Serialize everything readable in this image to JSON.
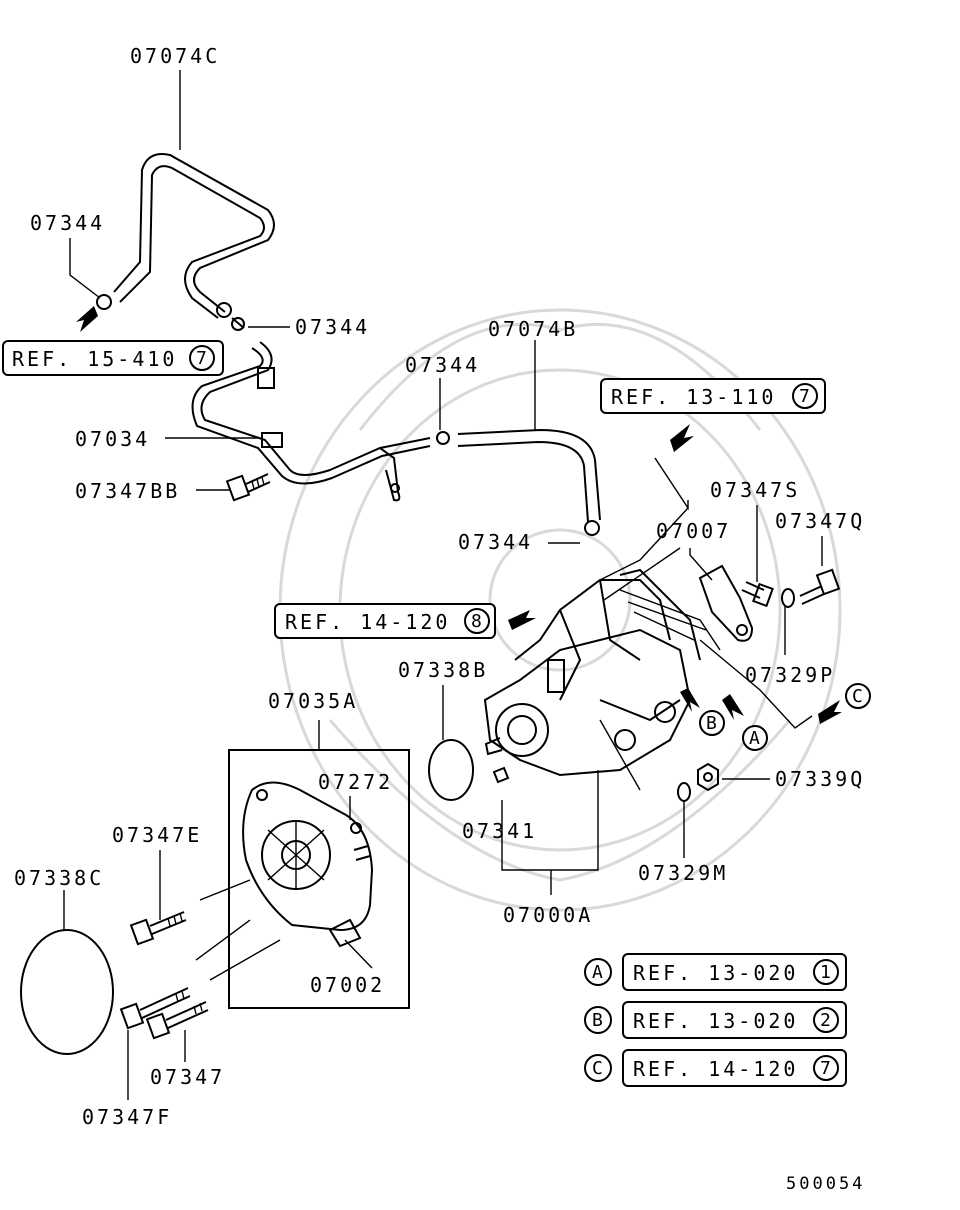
{
  "diagram_id": "500054",
  "labels": {
    "l_07074C": "07074C",
    "l_07344_a": "07344",
    "l_07344_b": "07344",
    "l_07344_c": "07344",
    "l_07344_d": "07344",
    "l_07074B": "07074B",
    "l_07034": "07034",
    "l_07347BB": "07347BB",
    "l_07347S": "07347S",
    "l_07007": "07007",
    "l_07347Q": "07347Q",
    "l_07329P": "07329P",
    "l_07338B": "07338B",
    "l_07035A": "07035A",
    "l_07272": "07272",
    "l_07347E": "07347E",
    "l_07338C": "07338C",
    "l_07002": "07002",
    "l_07347": "07347",
    "l_07347F": "07347F",
    "l_07341": "07341",
    "l_07000A": "07000A",
    "l_07339Q": "07339Q",
    "l_07329M": "07329M"
  },
  "refs": {
    "ref_15_410": {
      "text": "REF. 15-410",
      "num": "7"
    },
    "ref_13_110": {
      "text": "REF. 13-110",
      "num": "7"
    },
    "ref_14_120_top": {
      "text": "REF. 14-120",
      "num": "8"
    },
    "ref_A": {
      "letter": "A",
      "text": "REF. 13-020",
      "num": "1"
    },
    "ref_B": {
      "letter": "B",
      "text": "REF. 13-020",
      "num": "2"
    },
    "ref_C": {
      "letter": "C",
      "text": "REF. 14-120",
      "num": "7"
    }
  },
  "callouts": {
    "A": "A",
    "B": "B",
    "C": "C"
  }
}
